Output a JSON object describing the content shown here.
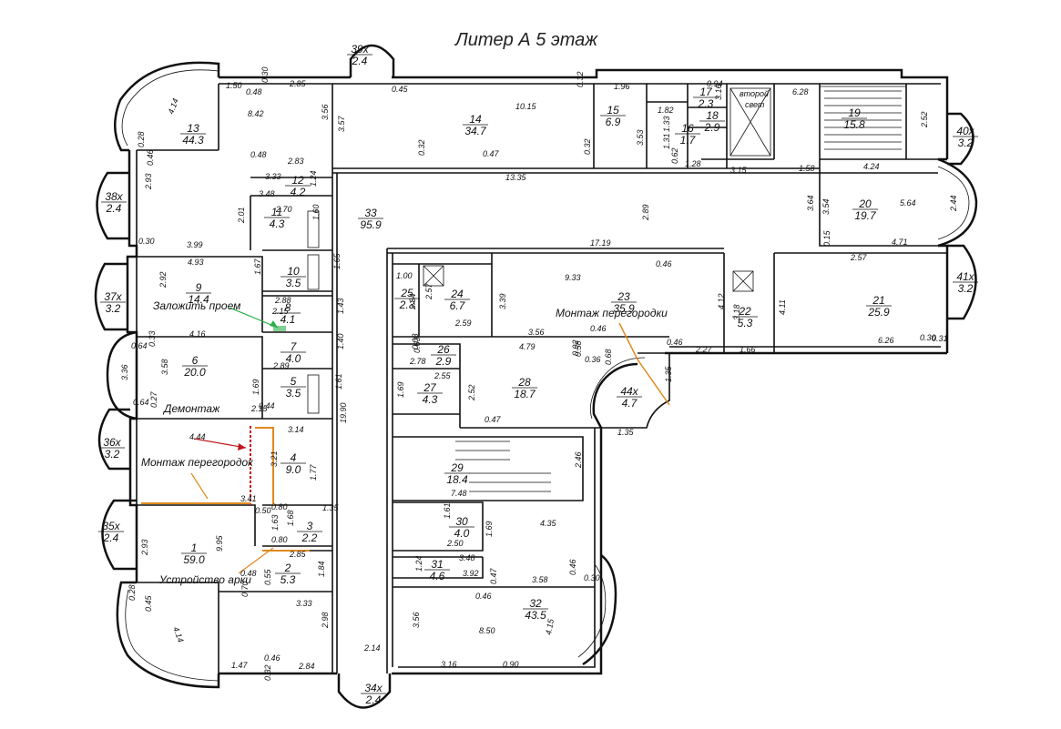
{
  "title": "Литер А   5 этаж",
  "rooms": [
    {
      "id": "r1",
      "num": "1",
      "area": "59.0"
    },
    {
      "id": "r2",
      "num": "2",
      "area": "5.3"
    },
    {
      "id": "r3",
      "num": "3",
      "area": "2.2"
    },
    {
      "id": "r4",
      "num": "4",
      "area": "9.0"
    },
    {
      "id": "r5",
      "num": "5",
      "area": "3.5"
    },
    {
      "id": "r6",
      "num": "6",
      "area": "20.0"
    },
    {
      "id": "r7",
      "num": "7",
      "area": "4.0"
    },
    {
      "id": "r8",
      "num": "8",
      "area": "4.1"
    },
    {
      "id": "r9",
      "num": "9",
      "area": "14.4"
    },
    {
      "id": "r10",
      "num": "10",
      "area": "3.5"
    },
    {
      "id": "r11",
      "num": "11",
      "area": "4.3"
    },
    {
      "id": "r12",
      "num": "12",
      "area": "4.2"
    },
    {
      "id": "r13",
      "num": "13",
      "area": "44.3"
    },
    {
      "id": "r14",
      "num": "14",
      "area": "34.7"
    },
    {
      "id": "r15",
      "num": "15",
      "area": "6.9"
    },
    {
      "id": "r16",
      "num": "16",
      "area": "1.7"
    },
    {
      "id": "r17",
      "num": "17",
      "area": "2.3"
    },
    {
      "id": "r18",
      "num": "18",
      "area": "2.9"
    },
    {
      "id": "r19",
      "num": "19",
      "area": "15.8"
    },
    {
      "id": "r20",
      "num": "20",
      "area": "19.7"
    },
    {
      "id": "r21",
      "num": "21",
      "area": "25.9"
    },
    {
      "id": "r22",
      "num": "22",
      "area": "5.3"
    },
    {
      "id": "r23",
      "num": "23",
      "area": "35.9"
    },
    {
      "id": "r24",
      "num": "24",
      "area": "6.7"
    },
    {
      "id": "r25",
      "num": "25",
      "area": "2.3"
    },
    {
      "id": "r26",
      "num": "26",
      "area": "2.9"
    },
    {
      "id": "r27",
      "num": "27",
      "area": "4.3"
    },
    {
      "id": "r28",
      "num": "28",
      "area": "18.7"
    },
    {
      "id": "r29",
      "num": "29",
      "area": "18.4"
    },
    {
      "id": "r30",
      "num": "30",
      "area": "4.0"
    },
    {
      "id": "r31",
      "num": "31",
      "area": "4.6"
    },
    {
      "id": "r32",
      "num": "32",
      "area": "43.5"
    },
    {
      "id": "r33",
      "num": "33",
      "area": "95.9"
    },
    {
      "id": "r34x",
      "num": "34х",
      "area": "2.4"
    },
    {
      "id": "r35x",
      "num": "35х",
      "area": "2.4"
    },
    {
      "id": "r36x",
      "num": "36х",
      "area": "3.2"
    },
    {
      "id": "r37x",
      "num": "37х",
      "area": "3.2"
    },
    {
      "id": "r38x",
      "num": "38х",
      "area": "2.4"
    },
    {
      "id": "r39x",
      "num": "39х",
      "area": "2.4"
    },
    {
      "id": "r40x",
      "num": "40х",
      "area": "3.2"
    },
    {
      "id": "r41x",
      "num": "41х",
      "area": "3.2"
    },
    {
      "id": "r44x",
      "num": "44х",
      "area": "4.7"
    }
  ],
  "notes": {
    "close_opening": "Заложить проем",
    "demolition": "Демонтаж",
    "partition_install_left": "Монтаж перегородок",
    "partition_install_right": "Монтаж перегородки",
    "arch_install": "Устройство арки"
  },
  "second_light": [
    "второй",
    "свет"
  ],
  "dims": [
    "1.50",
    "0.48",
    "0.30",
    "2.85",
    "4.14",
    "8.42",
    "3.56",
    "3.57",
    "0.45",
    "10.15",
    "0.32",
    "1.96",
    "3.53",
    "1.82",
    "1.33",
    "0.94",
    "3.16",
    "6.28",
    "2.52",
    "0.28",
    "0.46",
    "2.93",
    "0.48",
    "2.83",
    "0.32",
    "0.47",
    "0.32",
    "1.31",
    "0.62",
    "1.28",
    "3.15",
    "1.58",
    "4.24",
    "3.33",
    "1.24",
    "13.35",
    "3.48",
    "2.70",
    "2.01",
    "1.60",
    "2.89",
    "3.64",
    "3.54",
    "5.64",
    "2.44",
    "0.30",
    "3.99",
    "17.19",
    "0.15",
    "4.71",
    "4.93",
    "1.67",
    "1.65",
    "0.46",
    "2.57",
    "1.00",
    "2.92",
    "2.57",
    "2.15",
    "9.33",
    "3.39",
    "2.88",
    "1.43",
    "2.34",
    "2.59",
    "4.12",
    "3.18",
    "4.11",
    "0.64",
    "0.33",
    "4.16",
    "3.56",
    "0.46",
    "0.63",
    "1.66",
    "6.26",
    "0.30",
    "0.31",
    "1.40",
    "0.03",
    "4.79",
    "0.58",
    "0.92",
    "0.36",
    "0.46",
    "2.27",
    "3.36",
    "3.58",
    "2.89",
    "2.78",
    "0.68",
    "1.35",
    "0.64",
    "0.27",
    "1.69",
    "0.44",
    "1.61",
    "1.69",
    "2.55",
    "2.52",
    "2.15",
    "19.90",
    "0.47",
    "4.44",
    "3.14",
    "1.35",
    "3.21",
    "1.77",
    "2.46",
    "3.41",
    "0.80",
    "0.50",
    "1.35",
    "7.48",
    "2.93",
    "9.95",
    "1.63",
    "1.68",
    "0.80",
    "1.69",
    "1.61",
    "4.35",
    "2.50",
    "2.85",
    "1.24",
    "3.48",
    "0.45",
    "0.48",
    "1.84",
    "0.55",
    "0.70",
    "3.92",
    "0.47",
    "0.46",
    "0.28",
    "3.58",
    "0.30",
    "0.46",
    "3.33",
    "4.14",
    "2.98",
    "3.56",
    "8.50",
    "4.15",
    "1.47",
    "0.46",
    "0.32",
    "2.84",
    "2.14",
    "3.16",
    "0.90"
  ]
}
